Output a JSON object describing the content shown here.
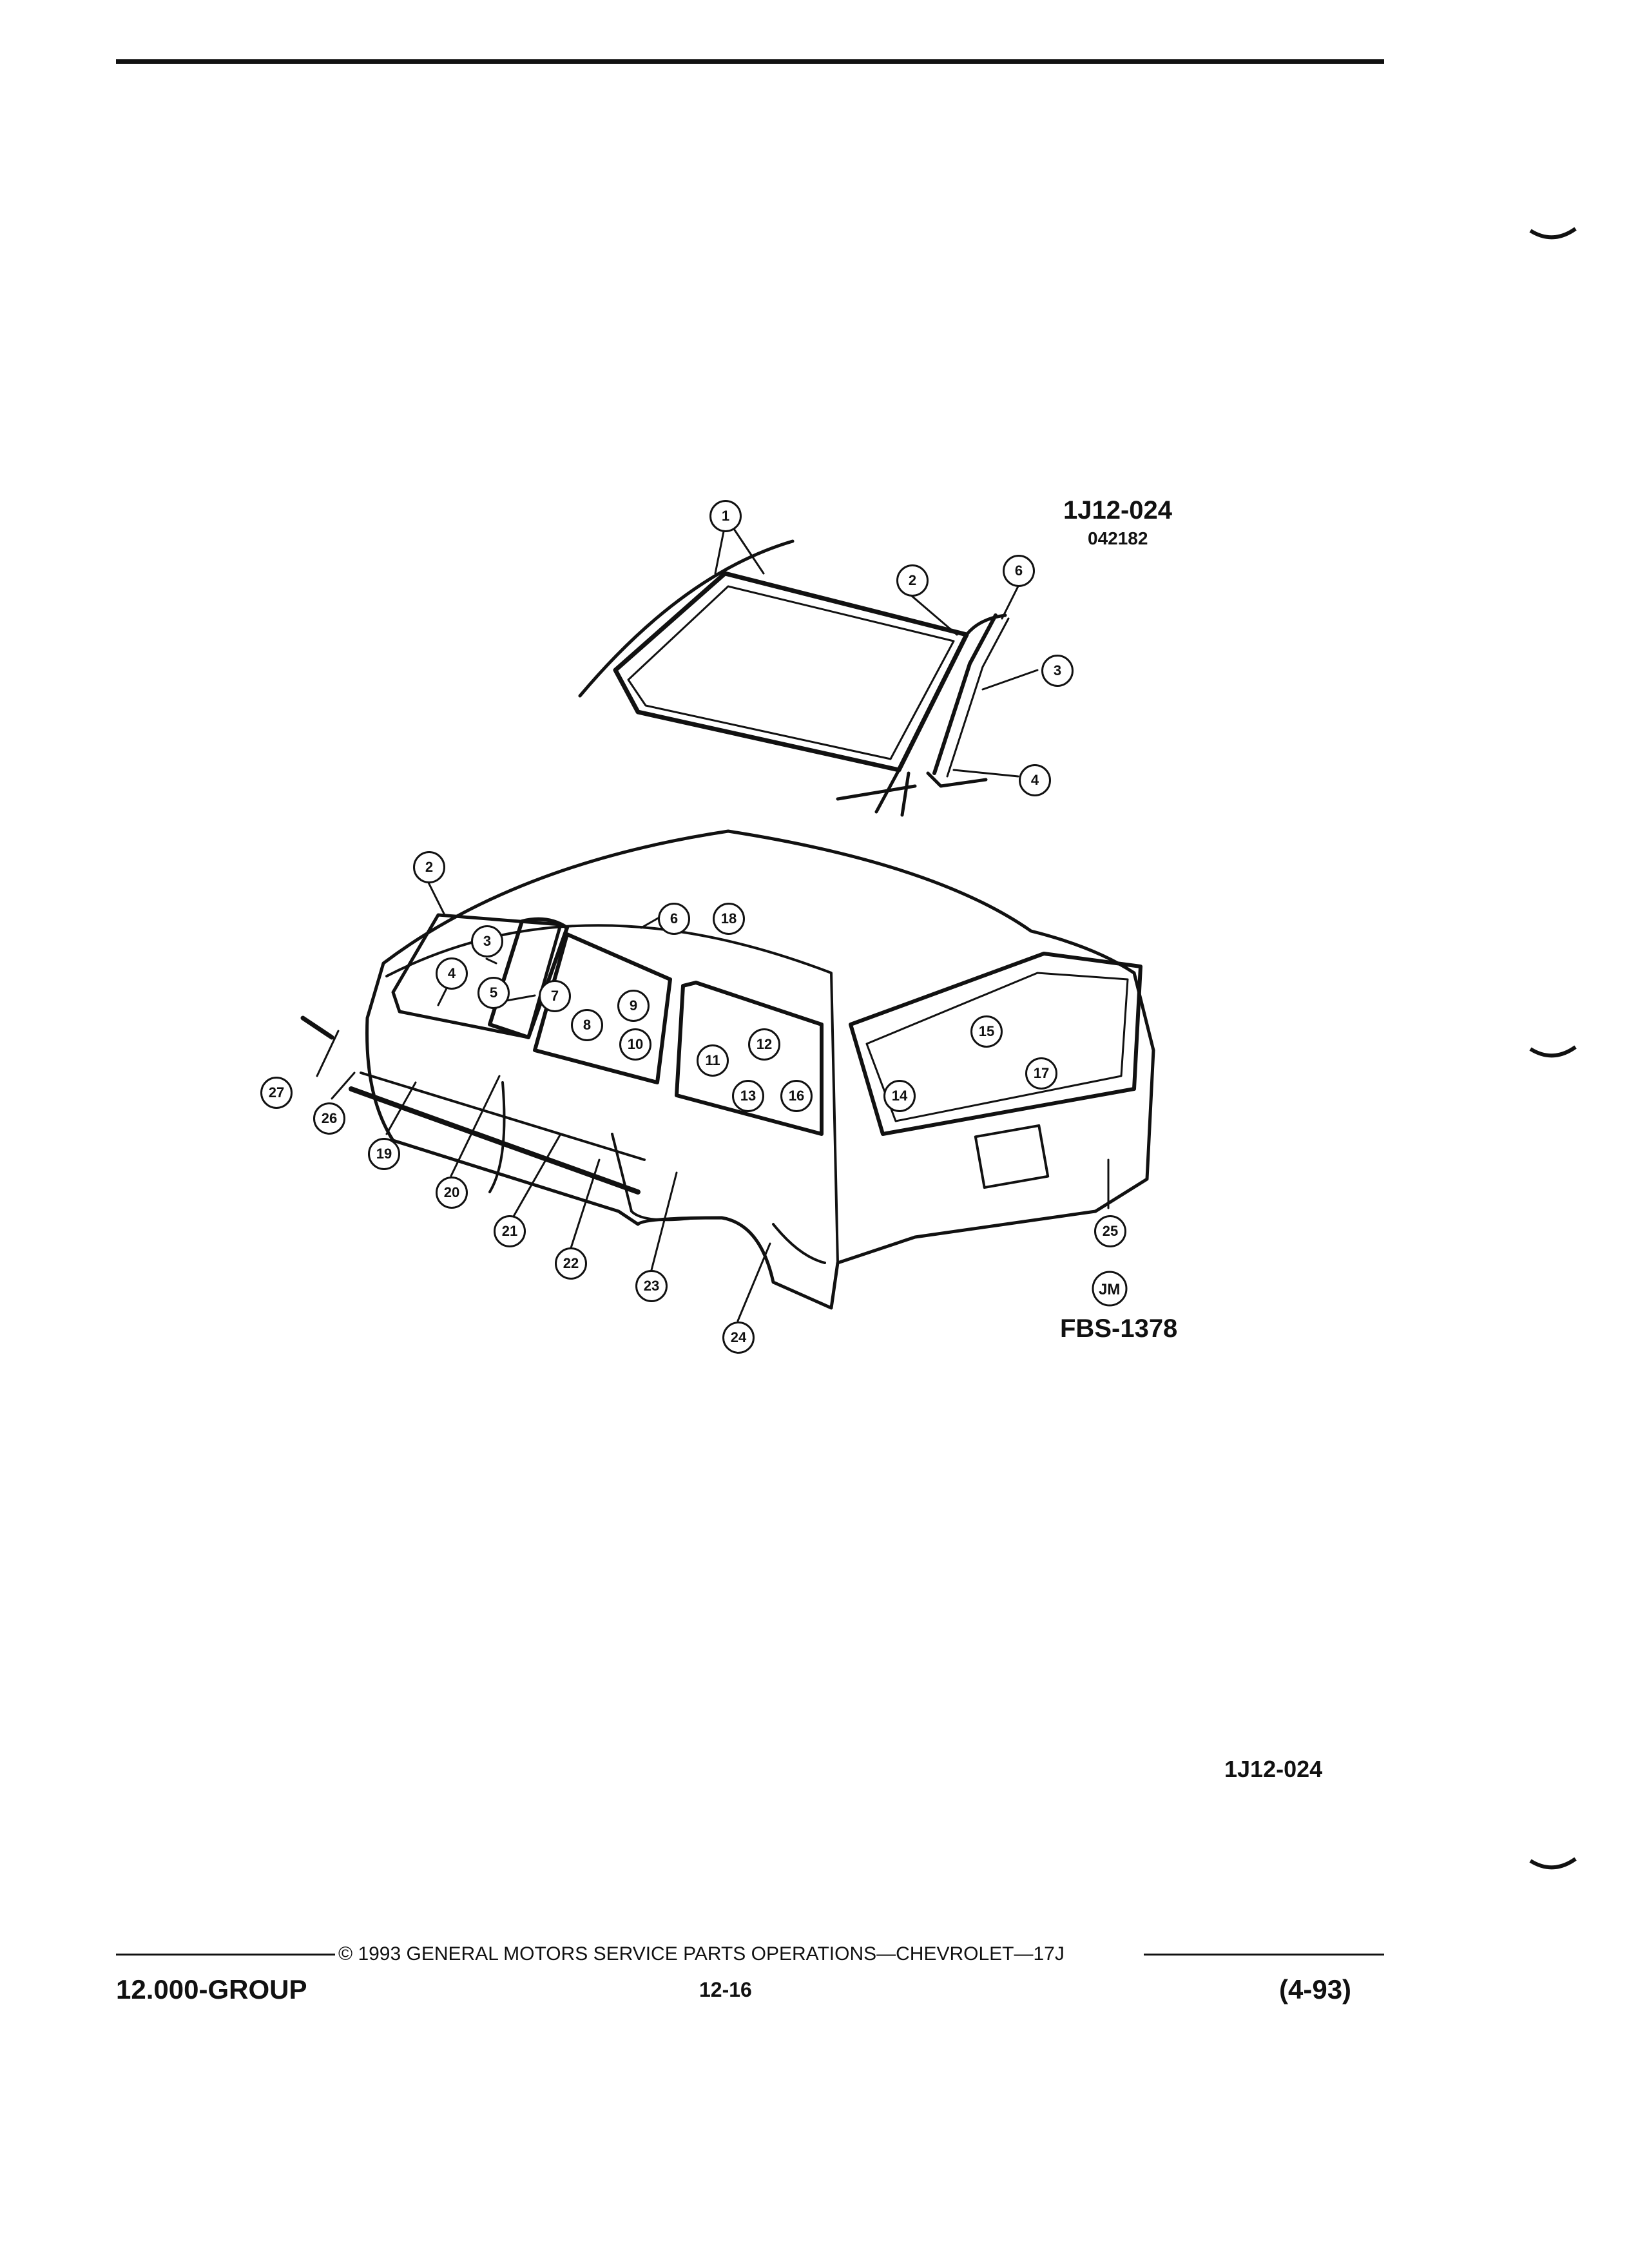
{
  "figure": {
    "code": "1J12-024",
    "date_code": "042182",
    "drawing_number": "FBS-1378",
    "artist_mark": "JM",
    "bottom_code": "1J12-024"
  },
  "callouts": [
    "1",
    "2",
    "6",
    "3",
    "4",
    "2",
    "3",
    "4",
    "5",
    "7",
    "9",
    "8",
    "10",
    "11",
    "12",
    "13",
    "16",
    "14",
    "15",
    "17",
    "6",
    "18",
    "27",
    "26",
    "19",
    "20",
    "21",
    "22",
    "23",
    "24",
    "25"
  ],
  "footer": {
    "copyright": "© 1993 GENERAL MOTORS SERVICE PARTS OPERATIONS—CHEVROLET—17J",
    "group": "12.000-GROUP",
    "page": "12-16",
    "date": "(4-93)"
  }
}
